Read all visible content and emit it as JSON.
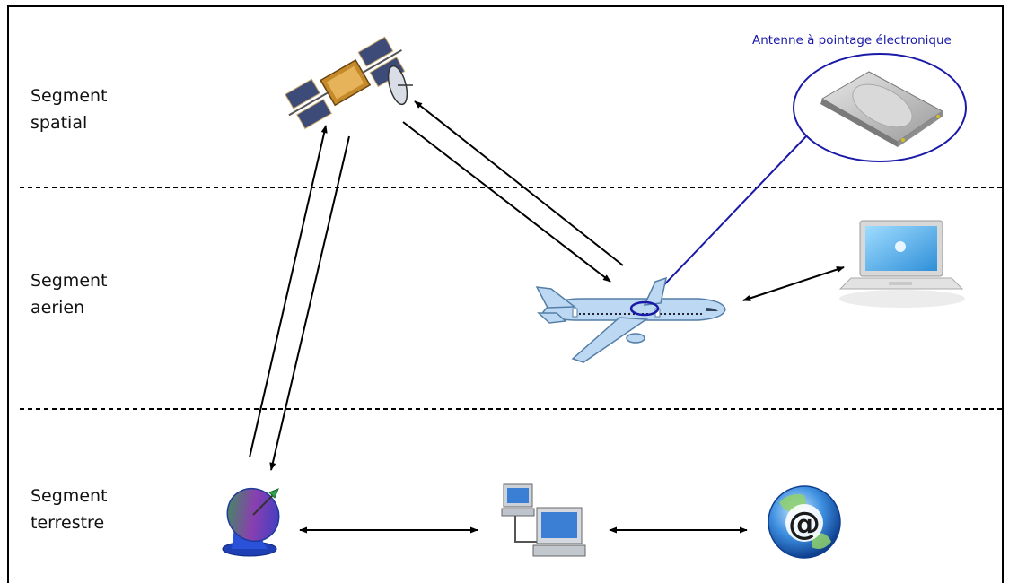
{
  "segments": {
    "spatial": "Segment\nspatial",
    "aerien": "Segment\naerien",
    "terrestre": "Segment\nterrestre"
  },
  "antenna_caption": "Antenne à pointage électronique",
  "colors": {
    "callout": "#1a1aa8",
    "arrow": "#000000",
    "divider": "#000000"
  },
  "icons": [
    "satellite-icon",
    "flat-panel-antenna-icon",
    "airplane-icon",
    "laptop-icon",
    "ground-dish-icon",
    "network-computers-icon",
    "internet-globe-icon"
  ],
  "connections": [
    {
      "from": "ground-dish",
      "to": "satellite",
      "type": "double-link"
    },
    {
      "from": "satellite",
      "to": "airplane",
      "type": "double-link"
    },
    {
      "from": "airplane",
      "to": "laptop",
      "type": "bidirectional"
    },
    {
      "from": "ground-dish",
      "to": "network-computers",
      "type": "bidirectional"
    },
    {
      "from": "network-computers",
      "to": "internet-globe",
      "type": "bidirectional"
    },
    {
      "from": "antenna-callout",
      "to": "airplane-antenna",
      "type": "pointer"
    }
  ]
}
